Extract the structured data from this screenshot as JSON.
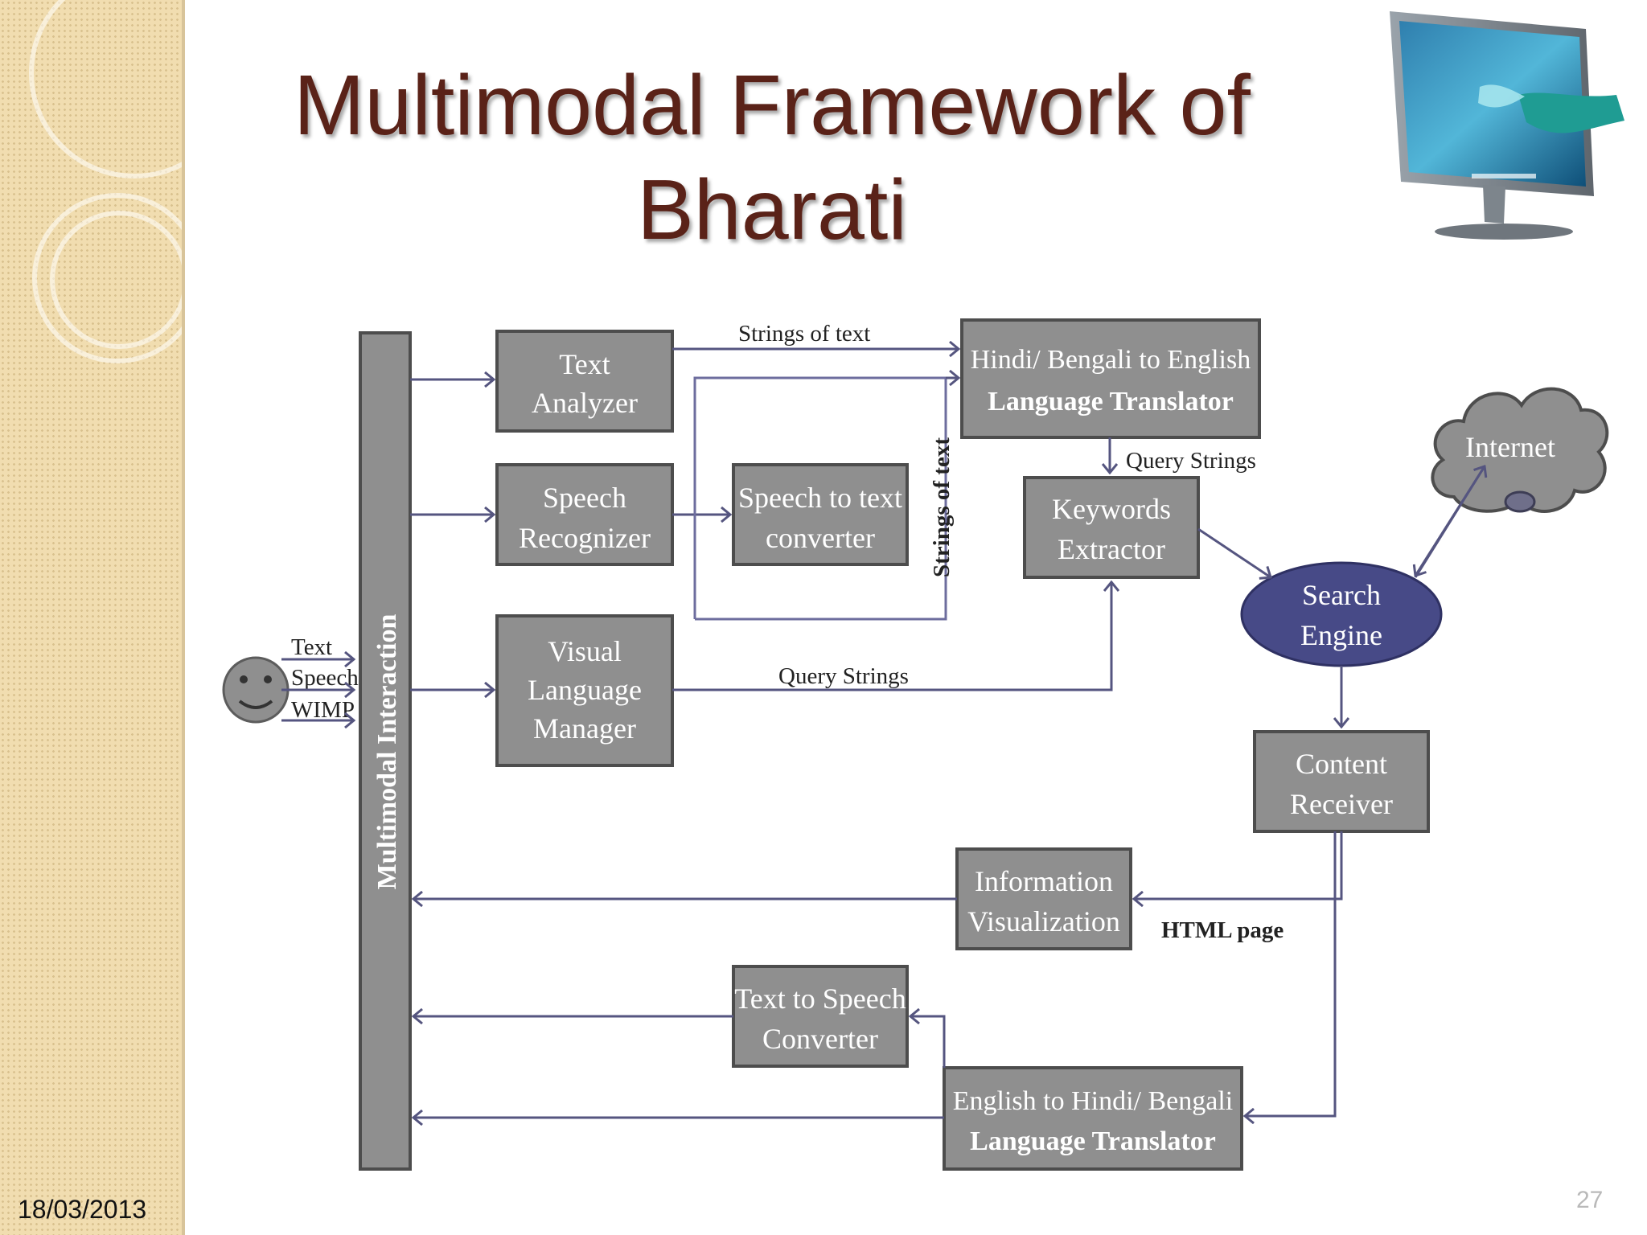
{
  "slide": {
    "title_line1": "Multimodal Framework of",
    "title_line2": "Bharati",
    "date": "18/03/2013",
    "slide_number": "27"
  },
  "diagram": {
    "user_inputs": [
      "Text",
      "Speech",
      "WIMP"
    ],
    "bar_label": "Multimodal Interaction",
    "boxes": {
      "text_analyzer": [
        "Text",
        "Analyzer"
      ],
      "speech_recognizer": [
        "Speech",
        "Recognizer"
      ],
      "visual_language_manager": [
        "Visual",
        "Language",
        "Manager"
      ],
      "speech_to_text": [
        "Speech to text",
        "converter"
      ],
      "hindi_translator": [
        "Hindi/ Bengali  to English",
        "Language Translator"
      ],
      "keywords_extractor": [
        "Keywords",
        "Extractor"
      ],
      "internet": "Internet",
      "search_engine": [
        "Search",
        "Engine"
      ],
      "content_receiver": [
        "Content",
        "Receiver"
      ],
      "information_visualization": [
        "Information",
        "Visualization"
      ],
      "text_to_speech": [
        "Text to Speech",
        "Converter"
      ],
      "english_translator": [
        "English to Hindi/ Bengali",
        "Language Translator"
      ]
    },
    "edge_labels": {
      "strings_of_text_top": "Strings of text",
      "strings_of_text_vertical": "Strings of text",
      "query_strings_top": "Query Strings",
      "query_strings_visual": "Query Strings",
      "html_page": "HTML page"
    }
  }
}
